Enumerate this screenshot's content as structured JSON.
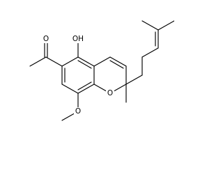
{
  "molecule": {
    "atom_labels": {
      "carbonyl_oxygen": "O",
      "hydroxyl": "OH",
      "ring_oxygen": "O",
      "methoxy_oxygen": "O"
    }
  }
}
